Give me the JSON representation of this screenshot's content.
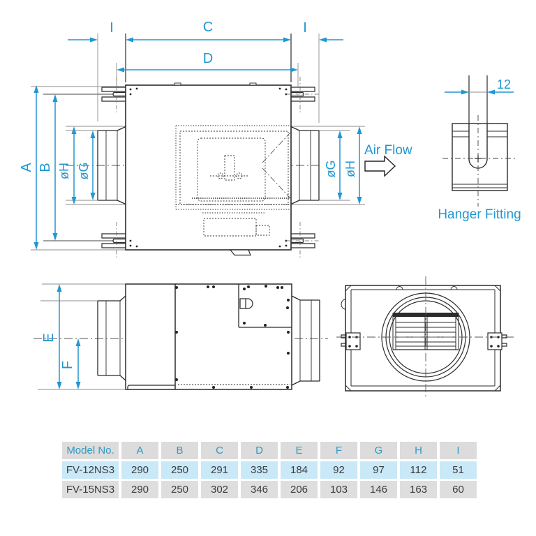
{
  "colors": {
    "accent": "#2097d1",
    "line_dark": "#2b2b2b",
    "line_thin": "#8d8d8d",
    "table_header_bg": "#dcdcdc",
    "table_header_text": "#2e9ac6",
    "row_highlight_bg": "#c9e8f8",
    "row_alt_bg": "#dedede",
    "text_dark": "#3c3c3c"
  },
  "labels": {
    "dim_i_left": "I",
    "dim_c": "C",
    "dim_i_right": "I",
    "dim_d": "D",
    "dim_a": "A",
    "dim_b": "B",
    "dim_oh_left": "øH",
    "dim_og_left": "øG",
    "dim_og_right": "øG",
    "dim_oh_right": "øH",
    "air_flow": "Air Flow",
    "dim_12": "12",
    "hanger_fitting": "Hanger Fitting",
    "dim_e": "E",
    "dim_f": "F"
  },
  "table": {
    "headers": [
      "Model No.",
      "A",
      "B",
      "C",
      "D",
      "E",
      "F",
      "G",
      "H",
      "I"
    ],
    "rows": [
      {
        "model": "FV-12NS3",
        "values": [
          "290",
          "250",
          "291",
          "335",
          "184",
          "92",
          "97",
          "112",
          "51"
        ],
        "highlight": true
      },
      {
        "model": "FV-15NS3",
        "values": [
          "290",
          "250",
          "302",
          "346",
          "206",
          "103",
          "146",
          "163",
          "60"
        ],
        "highlight": false
      }
    ]
  }
}
